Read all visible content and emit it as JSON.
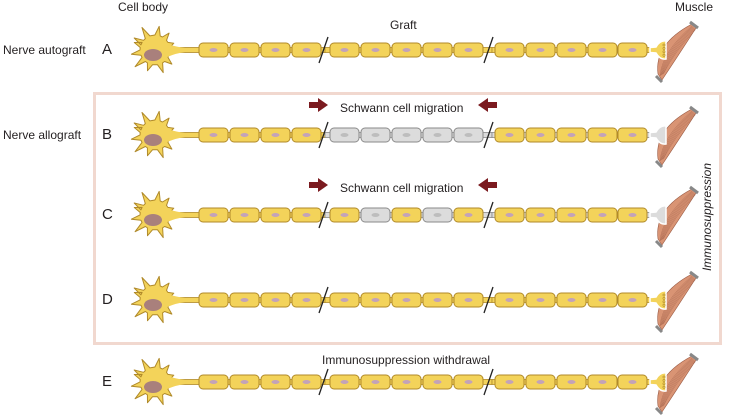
{
  "labels": {
    "cell_body": "Cell body",
    "muscle": "Muscle",
    "graft": "Graft",
    "nerve_autograft": "Nerve autograft",
    "nerve_allograft": "Nerve allograft",
    "immunosuppression": "Immunosuppression",
    "immunosuppression_withdrawal": "Immunosuppression withdrawal"
  },
  "rows": [
    {
      "letter": "A",
      "annotation": "",
      "graft_cells": [
        "host",
        "host",
        "host",
        "host",
        "host"
      ],
      "graft_axon": "host",
      "distal_axon": "host",
      "terminal": "host",
      "in_frame": false
    },
    {
      "letter": "B",
      "annotation": "Schwann cell migration",
      "graft_cells": [
        "donor",
        "donor",
        "donor",
        "donor",
        "donor"
      ],
      "graft_axon": "none",
      "distal_axon": "none",
      "terminal": "none",
      "in_frame": true
    },
    {
      "letter": "C",
      "annotation": "Schwann cell migration",
      "graft_cells": [
        "host",
        "donor",
        "host",
        "donor",
        "host"
      ],
      "graft_axon": "none",
      "distal_axon": "none",
      "terminal": "none",
      "in_frame": true
    },
    {
      "letter": "D",
      "annotation": "",
      "graft_cells": [
        "host",
        "host",
        "host",
        "host",
        "host"
      ],
      "graft_axon": "host",
      "distal_axon": "host",
      "terminal": "host",
      "in_frame": true
    },
    {
      "letter": "E",
      "annotation": "",
      "graft_cells": [
        "host",
        "host",
        "host",
        "host",
        "host"
      ],
      "graft_axon": "host",
      "distal_axon": "host",
      "terminal": "host",
      "in_frame": false
    }
  ],
  "colors": {
    "host_cell": "#f3d35a",
    "host_stroke": "#b08a2a",
    "donor_cell": "#dcdcdc",
    "donor_stroke": "#8a8a8a",
    "nucleus_host": "#c3a3b8",
    "nucleus_donor": "#bdbdbd",
    "soma_nucleus": "#a9807c",
    "muscle": "#d99474",
    "muscle_stroke": "#9a5a44",
    "arrow": "#7b1a1f",
    "frame": "#f1d8cf"
  }
}
